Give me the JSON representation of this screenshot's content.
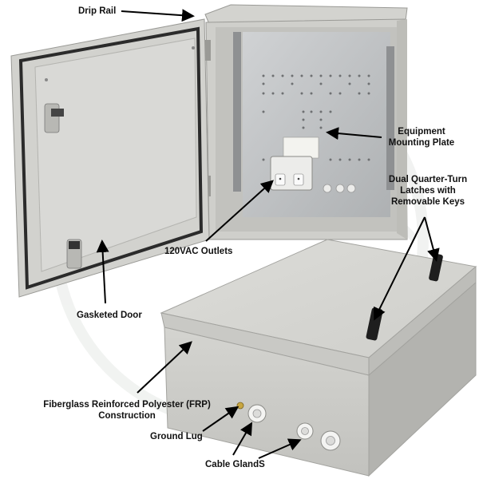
{
  "callouts": {
    "drip_rail": "Drip Rail",
    "equipment_plate_line1": "Equipment",
    "equipment_plate_line2": "Mounting Plate",
    "latches_line1": "Dual Quarter-Turn",
    "latches_line2": "Latches with",
    "latches_line3": "Removable Keys",
    "outlets": "120VAC Outlets",
    "gasketed_door": "Gasketed Door",
    "frp_line1": "Fiberglass Reinforced Polyester (FRP)",
    "frp_line2": "Construction",
    "ground_lug": "Ground Lug",
    "cable_glands": "Cable GlandS"
  },
  "colors": {
    "enclosure_light": "#d9d9d6",
    "enclosure_mid": "#c6c6c2",
    "enclosure_dark": "#a9a9a5",
    "plate_metal": "#bfc1c3",
    "gasket": "#2b2b2b",
    "watermark": "#e9ece9",
    "arrow": "#000000"
  }
}
